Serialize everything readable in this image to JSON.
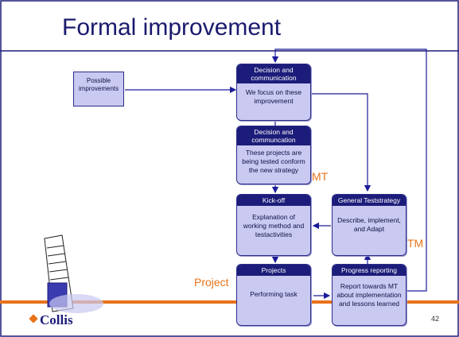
{
  "slide": {
    "title": "Formal improvement",
    "page_number": "42",
    "logo_text": "Collis"
  },
  "diagram": {
    "input_doc": "Possible improvements",
    "boxes": {
      "decision1": {
        "header": "Decision and communication",
        "body": "We focus on these improvement"
      },
      "decision2": {
        "header": "Decision and communcation",
        "body": "These projects are being tested conform the new strategy"
      },
      "kickoff": {
        "header": "Kick-off",
        "body": "Explanation of working method and testactivities"
      },
      "projects": {
        "header": "Projects",
        "body": "Performing task"
      },
      "strategy": {
        "header": "General Teststrategy",
        "body": "Describe, implement, and Adapt"
      },
      "progress": {
        "header": "Progress reporting",
        "body": "Report towards MT about implementation and lessons learned"
      }
    },
    "labels": {
      "mt": "MT",
      "tm": "TM",
      "project": "Project"
    }
  },
  "colors": {
    "box_fill": "#c9c9f2",
    "header_fill": "#1c1c7a",
    "accent": "#e8731a",
    "line": "#1c1c9a"
  }
}
